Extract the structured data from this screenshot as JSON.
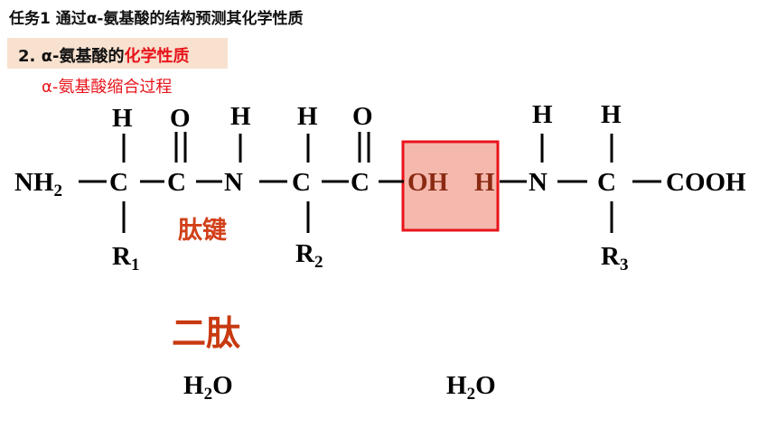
{
  "header": {
    "task_title": "任务1 通过α-氨基酸的结构预测其化学性质",
    "section_prefix": "2. α-氨基酸的",
    "section_highlight": "化学性质",
    "subtitle": "α-氨基酸缩合过程"
  },
  "atoms": {
    "nh2_n": "NH",
    "nh2_sub": "2",
    "c": "C",
    "n": "N",
    "o": "O",
    "h": "H",
    "oh": "OH",
    "cooh": "COOH",
    "r": "R",
    "r1_sub": "1",
    "r2_sub": "2",
    "r3_sub": "3"
  },
  "labels": {
    "peptide_bond": "肽键",
    "dipeptide": "二肽"
  },
  "water": {
    "h": "H",
    "sub": "2",
    "o": "O"
  },
  "colors": {
    "highlight_fill": "#f4b8ad",
    "highlight_border": "#e8141b",
    "section_bg": "#f8e1cf",
    "accent_red": "#e8141b"
  }
}
